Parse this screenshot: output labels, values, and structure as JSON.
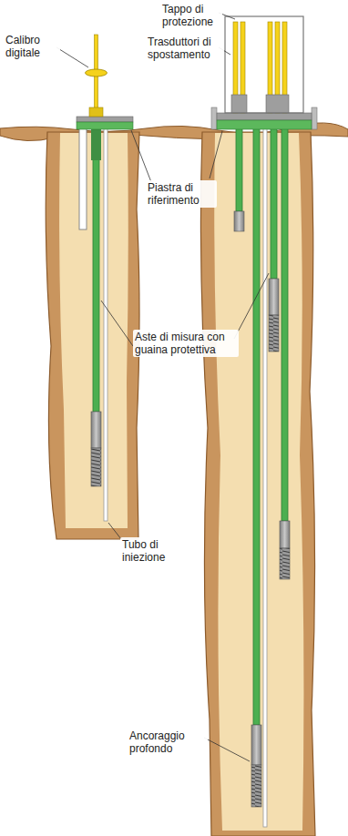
{
  "diagram": {
    "labels": [
      "Tappo di protezione",
      "Calibro digitale",
      "Trasduttori di spostamento",
      "Piastra di riferimento",
      "Aste di misura con guaina protettiva",
      "Tubo di iniezione",
      "Ancoraggio profondo"
    ]
  }
}
